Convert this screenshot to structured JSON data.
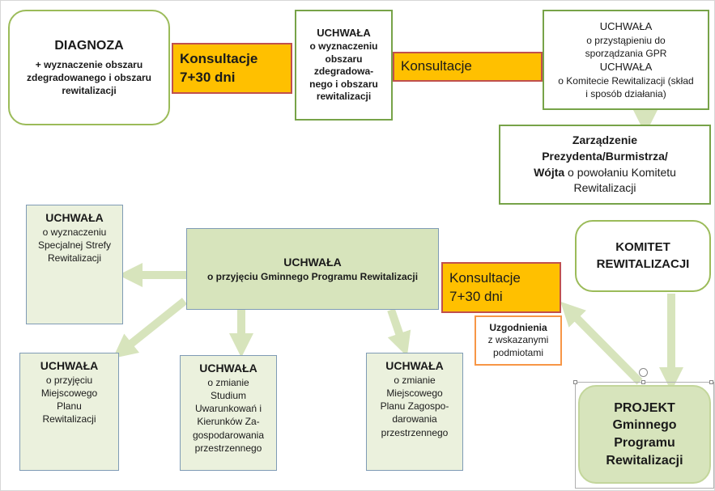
{
  "diagnoza": {
    "title": "DIAGNOZA",
    "line1": "+ wyznaczenie obszaru",
    "line2": "zdegradowanego i obszaru",
    "line3": "rewitalizacji"
  },
  "konsultacje_1": {
    "line1": "Konsultacje",
    "line2": "7+30 dni"
  },
  "uchwala_obszaru": {
    "title": "UCHWAŁA",
    "line1": "o wyznaczeniu",
    "line2": "obszaru",
    "line3": "zdegradowa-",
    "line4": "nego i obszaru",
    "line5": "rewitalizacji"
  },
  "konsultacje_2": {
    "line1": "Konsultacje"
  },
  "uchwala_gpr": {
    "title1": "UCHWAŁA",
    "line1": "o przystąpieniu do",
    "line2": "sporządzania GPR",
    "title2": "UCHWAŁA",
    "line3": "o Komitecie Rewitalizacji (skład",
    "line4": "i sposób działania)"
  },
  "zarzadzenie": {
    "line1": "Zarządzenie",
    "line2": "Prezydenta/Burmistrza/",
    "line3_bold": "Wójta",
    "line3_rest": " o powołaniu Komitetu",
    "line4": "Rewitalizacji"
  },
  "uchwala_strefy": {
    "title": "UCHWAŁA",
    "line1": "o wyznaczeniu",
    "line2": "Specjalnej Strefy",
    "line3": "Rewitalizacji"
  },
  "uchwala_przyjecie": {
    "title": "UCHWAŁA",
    "line1": "o przyjęciu Gminnego Programu Rewitalizacji"
  },
  "konsultacje_3": {
    "line1": "Konsultacje",
    "line2": "7+30 dni"
  },
  "uzgodnienia": {
    "line1": "Uzgodnienia",
    "line2": "z wskazanymi",
    "line3": "podmiotami"
  },
  "komitet": {
    "line1": "KOMITET",
    "line2": "REWITALIZACJI"
  },
  "uchwala_mpr": {
    "title": "UCHWAŁA",
    "line1": "o przyjęciu",
    "line2": "Miejscowego",
    "line3": "Planu",
    "line4": "Rewitalizacji"
  },
  "uchwala_studium": {
    "title": "UCHWAŁA",
    "line1": "o zmianie",
    "line2": "Studium",
    "line3": "Uwarunkowań i",
    "line4": "Kierunków Za-",
    "line5": "gospodarowania",
    "line6": "przestrzennego"
  },
  "uchwala_mpzp": {
    "title": "UCHWAŁA",
    "line1": "o zmianie",
    "line2": "Miejscowego",
    "line3": "Planu Zagospo-",
    "line4": "darowania",
    "line5": "przestrzennego"
  },
  "projekt": {
    "line1": "PROJEKT",
    "line2": "Gminnego",
    "line3": "Programu",
    "line4": "Rewitalizacji"
  },
  "colors": {
    "orange_fill": "#ffc000",
    "orange_border": "#c0504d",
    "green_border": "#77a348",
    "pale_green": "#ebf1dd",
    "central_green": "#d7e4bc",
    "arrow_green": "#d7e4bc",
    "blue_border": "#7f9bb5",
    "uzgodnienia_border": "#f79646"
  }
}
